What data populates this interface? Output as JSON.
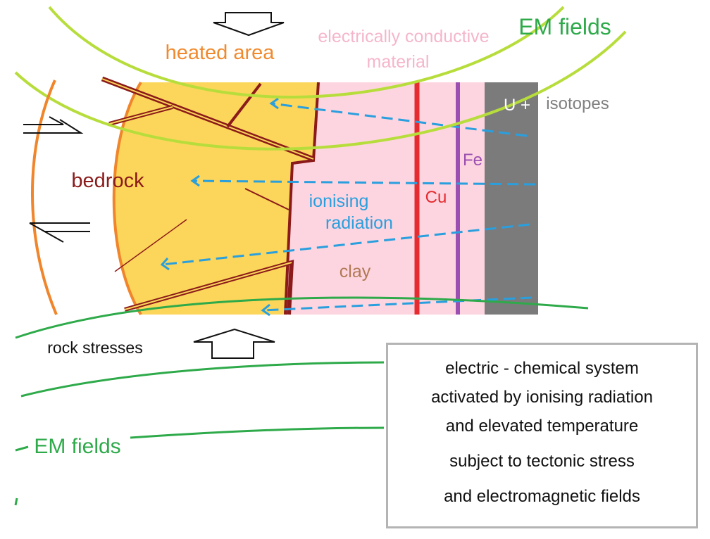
{
  "colors": {
    "bedrock_fill": "#fbd65a",
    "bedrock_edge": "#f0852b",
    "fault_color": "#8b1a1a",
    "clay_fill": "#fdd5e0",
    "copper": "#e52b2f",
    "iron": "#9b4fb0",
    "uranium_fill": "#7b7b7b",
    "radiation": "#2a9fde",
    "em_light": "#b7dd3c",
    "em_dark": "#2eaa4a",
    "heated_text": "#f08a2e",
    "conductive_text": "#f5b6cb",
    "clay_text": "#b07a55",
    "isotopes_text": "#7f7f7f",
    "fe_text": "#9b4fb0",
    "cu_text": "#e52b2f",
    "bedrock_text": "#8b1a1a"
  },
  "labels": {
    "heated_area": "heated area",
    "em_fields_top": "EM fields",
    "em_fields_bottom": "EM fields",
    "conductive_line1": "electrically conductive",
    "conductive_line2": "material",
    "bedrock": "bedrock",
    "ionising_line1": "ionising",
    "ionising_line2": "radiation",
    "clay": "clay",
    "cu": "Cu",
    "fe": "Fe",
    "uranium": "U +",
    "isotopes": "isotopes",
    "rock_stresses": "rock stresses"
  },
  "note": {
    "lines": [
      "electric - chemical system",
      "activated by ionising radiation",
      "and elevated temperature",
      "subject to tectonic stress",
      "and electromagnetic fields"
    ]
  },
  "icons": [
    "arrow-down-icon",
    "arrow-up-icon",
    "half-arrow-right-icon",
    "half-arrow-left-icon"
  ]
}
